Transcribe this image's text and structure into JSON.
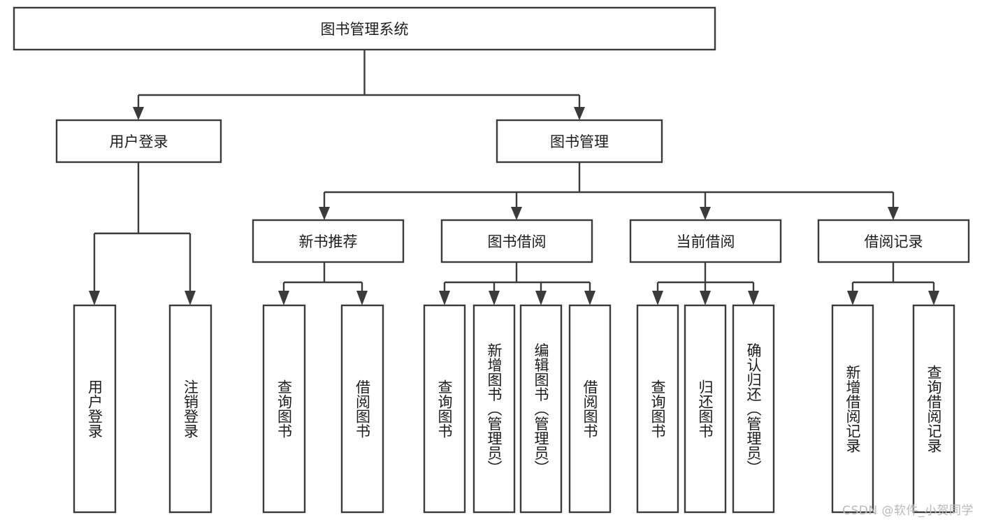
{
  "diagram": {
    "type": "tree",
    "orientation": "top-down",
    "title": "图书管理系统",
    "root": {
      "id": "root",
      "label": "图书管理系统"
    },
    "level2": [
      {
        "id": "user-login",
        "label": "用户登录"
      },
      {
        "id": "book-management",
        "label": "图书管理"
      }
    ],
    "level3": [
      {
        "id": "new-book-recommend",
        "label": "新书推荐",
        "parent": "book-management"
      },
      {
        "id": "book-borrow",
        "label": "图书借阅",
        "parent": "book-management"
      },
      {
        "id": "current-borrow",
        "label": "当前借阅",
        "parent": "book-management"
      },
      {
        "id": "borrow-record",
        "label": "借阅记录",
        "parent": "book-management"
      }
    ],
    "leaves": {
      "user-login": [
        {
          "id": "leaf-user-login",
          "label": "用户登录"
        },
        {
          "id": "leaf-logout-login",
          "label": "注销登录"
        }
      ],
      "new-book-recommend": [
        {
          "id": "leaf-query-book-1",
          "label": "查询图书"
        },
        {
          "id": "leaf-borrow-book-1",
          "label": "借阅图书"
        }
      ],
      "book-borrow": [
        {
          "id": "leaf-query-book-2",
          "label": "查询图书"
        },
        {
          "id": "leaf-add-book-admin",
          "label": "新增图书（管理员）"
        },
        {
          "id": "leaf-edit-book-admin",
          "label": "编辑图书（管理员）"
        },
        {
          "id": "leaf-borrow-book-2",
          "label": "借阅图书"
        }
      ],
      "current-borrow": [
        {
          "id": "leaf-query-book-3",
          "label": "查询图书"
        },
        {
          "id": "leaf-return-book",
          "label": "归还图书"
        },
        {
          "id": "leaf-confirm-return-admin",
          "label": "确认归还（管理员）"
        }
      ],
      "borrow-record": [
        {
          "id": "leaf-add-borrow-record",
          "label": "新增借阅记录"
        },
        {
          "id": "leaf-query-borrow-record",
          "label": "查询借阅记录"
        }
      ]
    },
    "colors": {
      "box_stroke": "#3b3b3b",
      "box_fill": "#ffffff",
      "connector": "#3b3b3b",
      "text": "#1c1c1c",
      "watermark": "#b9b9b9",
      "background": "#ffffff"
    }
  },
  "watermark": {
    "text": "CSDN @软件_小贺同学"
  }
}
